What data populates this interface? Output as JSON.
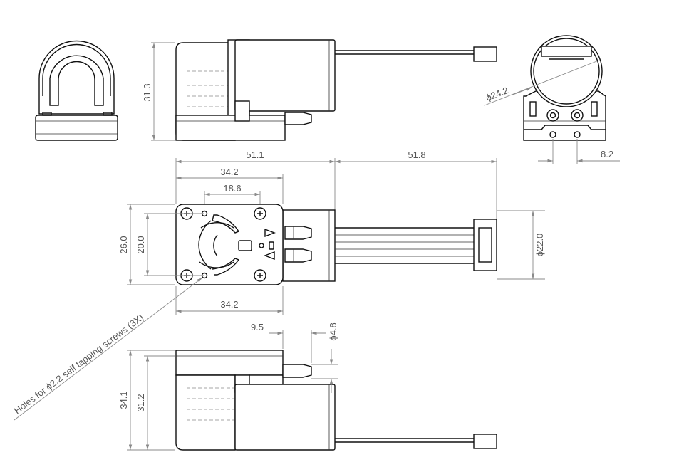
{
  "title": "Pump dimension drawing",
  "dimensions": {
    "top_height": "31.3",
    "diameter_body": "ϕ24.2",
    "hole_spacing_end": "8.2",
    "length_body": "51.1",
    "length_cable": "51.8",
    "plate_width_top": "34.2",
    "hole_spacing_top": "18.6",
    "plate_height": "26.0",
    "hole_spacing_vertical": "20.0",
    "plate_width_bottom": "34.2",
    "connector_diameter": "ϕ22.0",
    "barb_length": "9.5",
    "barb_diameter": "ϕ4.8",
    "total_height": "34.1",
    "motor_height": "31.2"
  },
  "annotation": "Holes for ϕ2.2 self tapping screws (3X)"
}
